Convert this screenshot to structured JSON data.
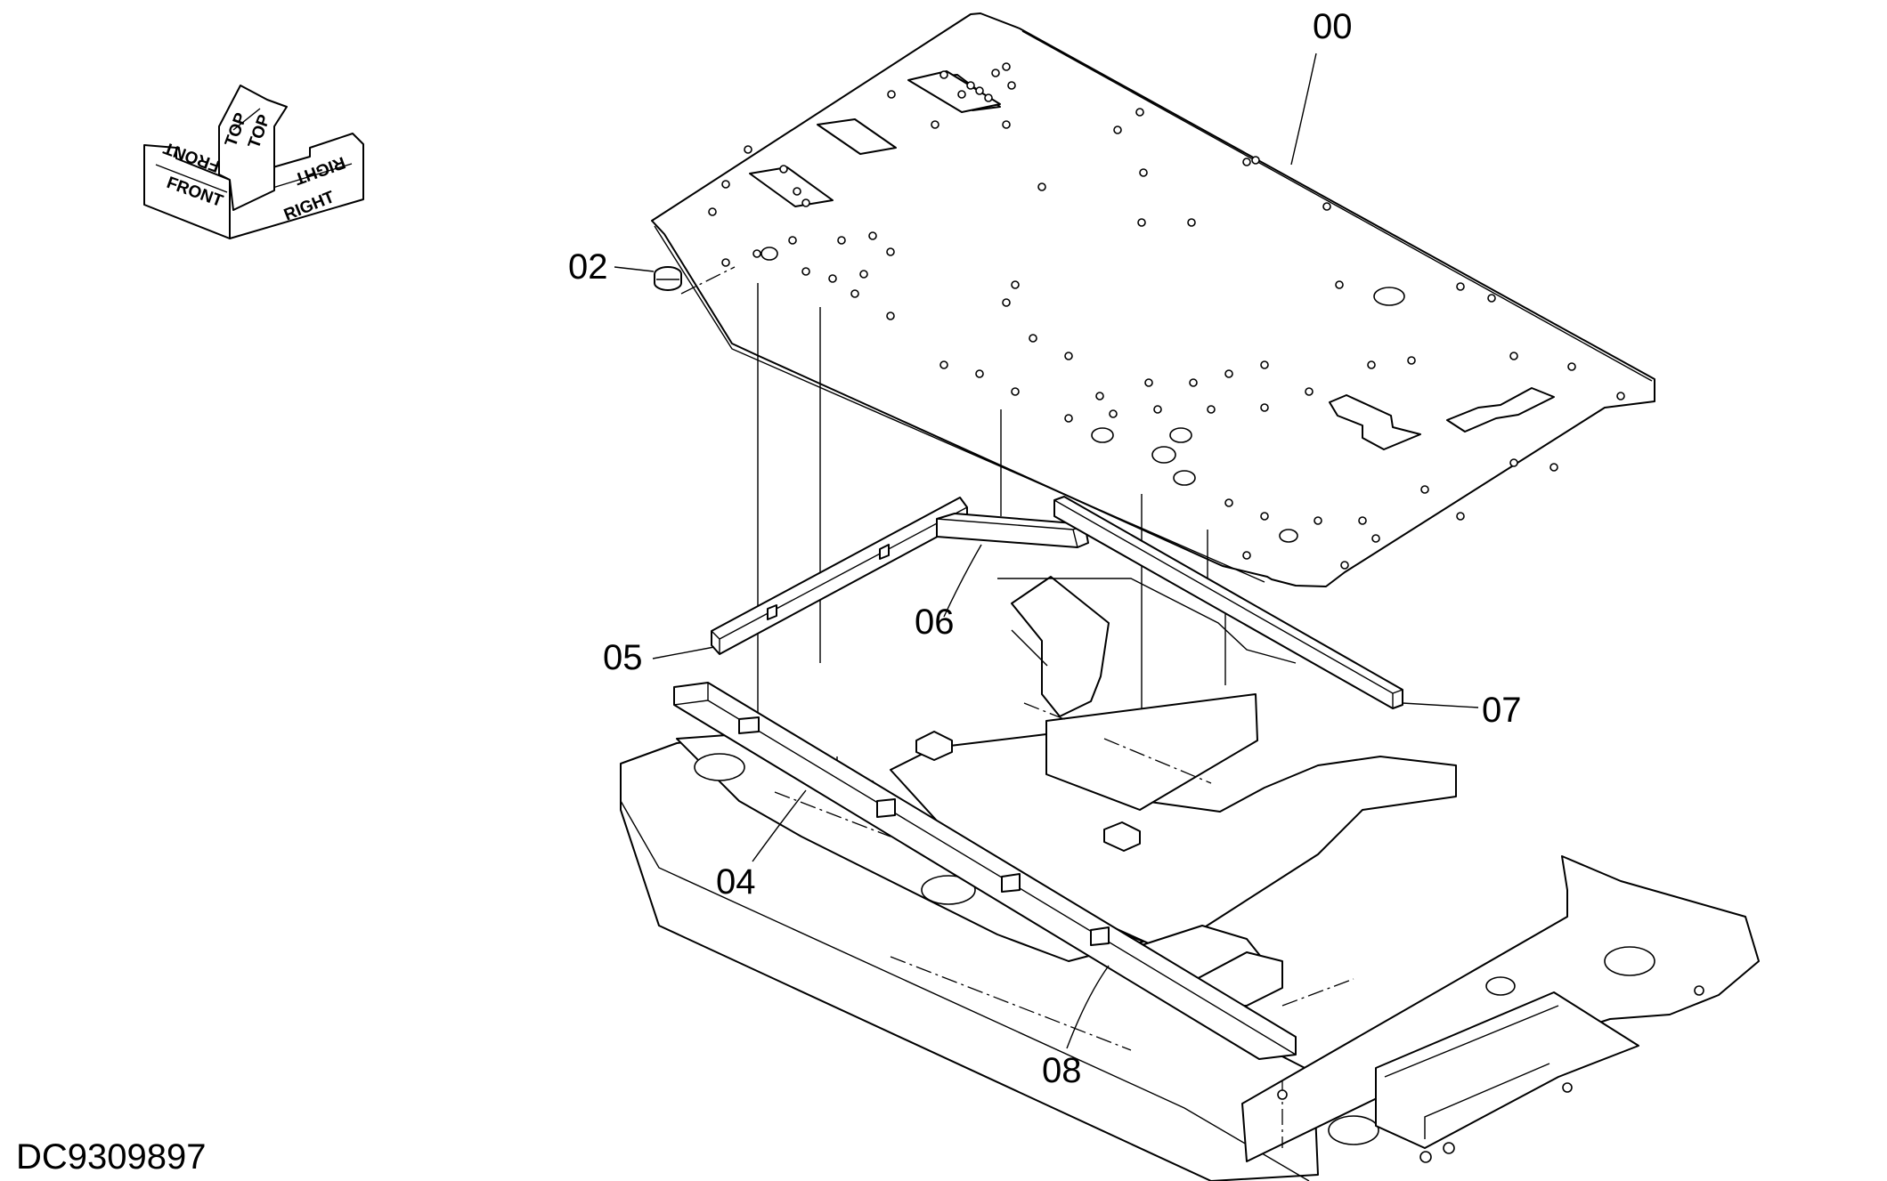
{
  "drawing_number": "DC9309897",
  "orientation": {
    "front": "FRONT",
    "top": "TOP",
    "right": "RIGHT"
  },
  "callouts": {
    "p00": "00",
    "p02": "02",
    "p04": "04",
    "p05": "05",
    "p06": "06",
    "p07": "07",
    "p08": "08"
  },
  "colors": {
    "line": "#000000",
    "background": "#ffffff"
  }
}
